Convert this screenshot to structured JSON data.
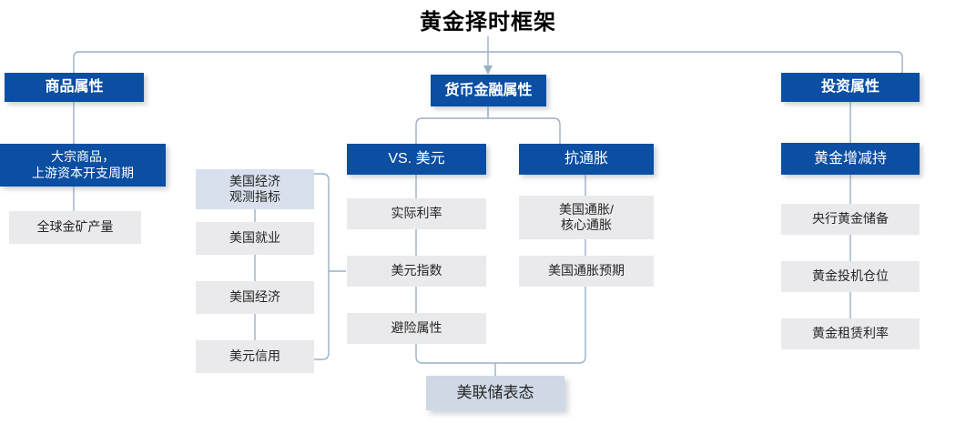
{
  "diagram": {
    "title": "黄金择时框架",
    "colors": {
      "primary_blue": "#0B4EA2",
      "light_gray": "#EAEAEC",
      "light_blue": "#D7E0EC",
      "accent_blue_gray": "#CFD8E5",
      "connector": "#9BB0C6",
      "text_dark": "#262626",
      "text_light": "#FFFFFF",
      "background": "#FFFFFF"
    },
    "branches": {
      "commodity": {
        "header": "商品属性",
        "sub": "大宗商品，\n上游资本开支周期",
        "items": [
          "全球金矿产量"
        ]
      },
      "us_indicators": {
        "header": "美国经济\n观测指标",
        "items": [
          "美国就业",
          "美国经济",
          "美元信用"
        ]
      },
      "monetary": {
        "header": "货币金融属性",
        "vs_dollar": {
          "header": "VS. 美元",
          "items": [
            "实际利率",
            "美元指数",
            "避险属性"
          ]
        },
        "anti_inflation": {
          "header": "抗通胀",
          "items": [
            "美国通胀/\n核心通胀",
            "美国通胀预期"
          ]
        },
        "footer": "美联储表态"
      },
      "investment": {
        "header": "投资属性",
        "sub": "黄金增减持",
        "items": [
          "央行黄金储备",
          "黄金投机仓位",
          "黄金租赁利率"
        ]
      }
    }
  }
}
